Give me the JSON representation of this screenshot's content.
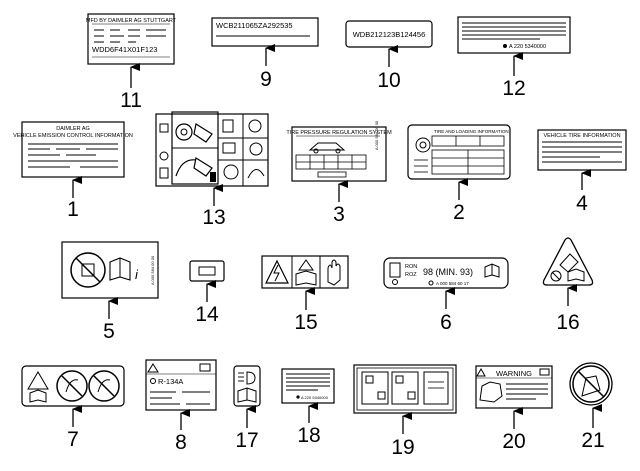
{
  "callouts": [
    "1",
    "2",
    "3",
    "4",
    "5",
    "6",
    "7",
    "8",
    "9",
    "10",
    "11",
    "12",
    "13",
    "14",
    "15",
    "16",
    "17",
    "18",
    "19",
    "20",
    "21"
  ],
  "labels": {
    "l11_top": "MFD BY DAIMLER AG STUTTGART",
    "l11_vin": "WDD6F41X01F123",
    "l9_code": "WCB211065ZA292535",
    "l10_code": "WDB212123B124456",
    "l12_code": "A 220 5340000",
    "l1_line1": "DAIMLER AG",
    "l1_line2": "VEHICLE EMISSION CONTROL INFORMATION",
    "l3_title": "TIRE PRESSURE REGULATION SYSTEM",
    "l3_side": "A 000 584 00 00",
    "l2_title": "TIRE AND LOADING INFORMATION",
    "l4_title": "VEHICLE TIRE INFORMATION",
    "l5_side": "A 000 584 00 00",
    "l6_ron": "RON",
    "l6_roz": "ROZ",
    "l6_octane": "98 (MIN. 93)",
    "l6_code": "A 000 584 60 17",
    "l8_gas": "R-134A",
    "l18_code": "A 220 5340000",
    "l20_title": "WARNING"
  }
}
